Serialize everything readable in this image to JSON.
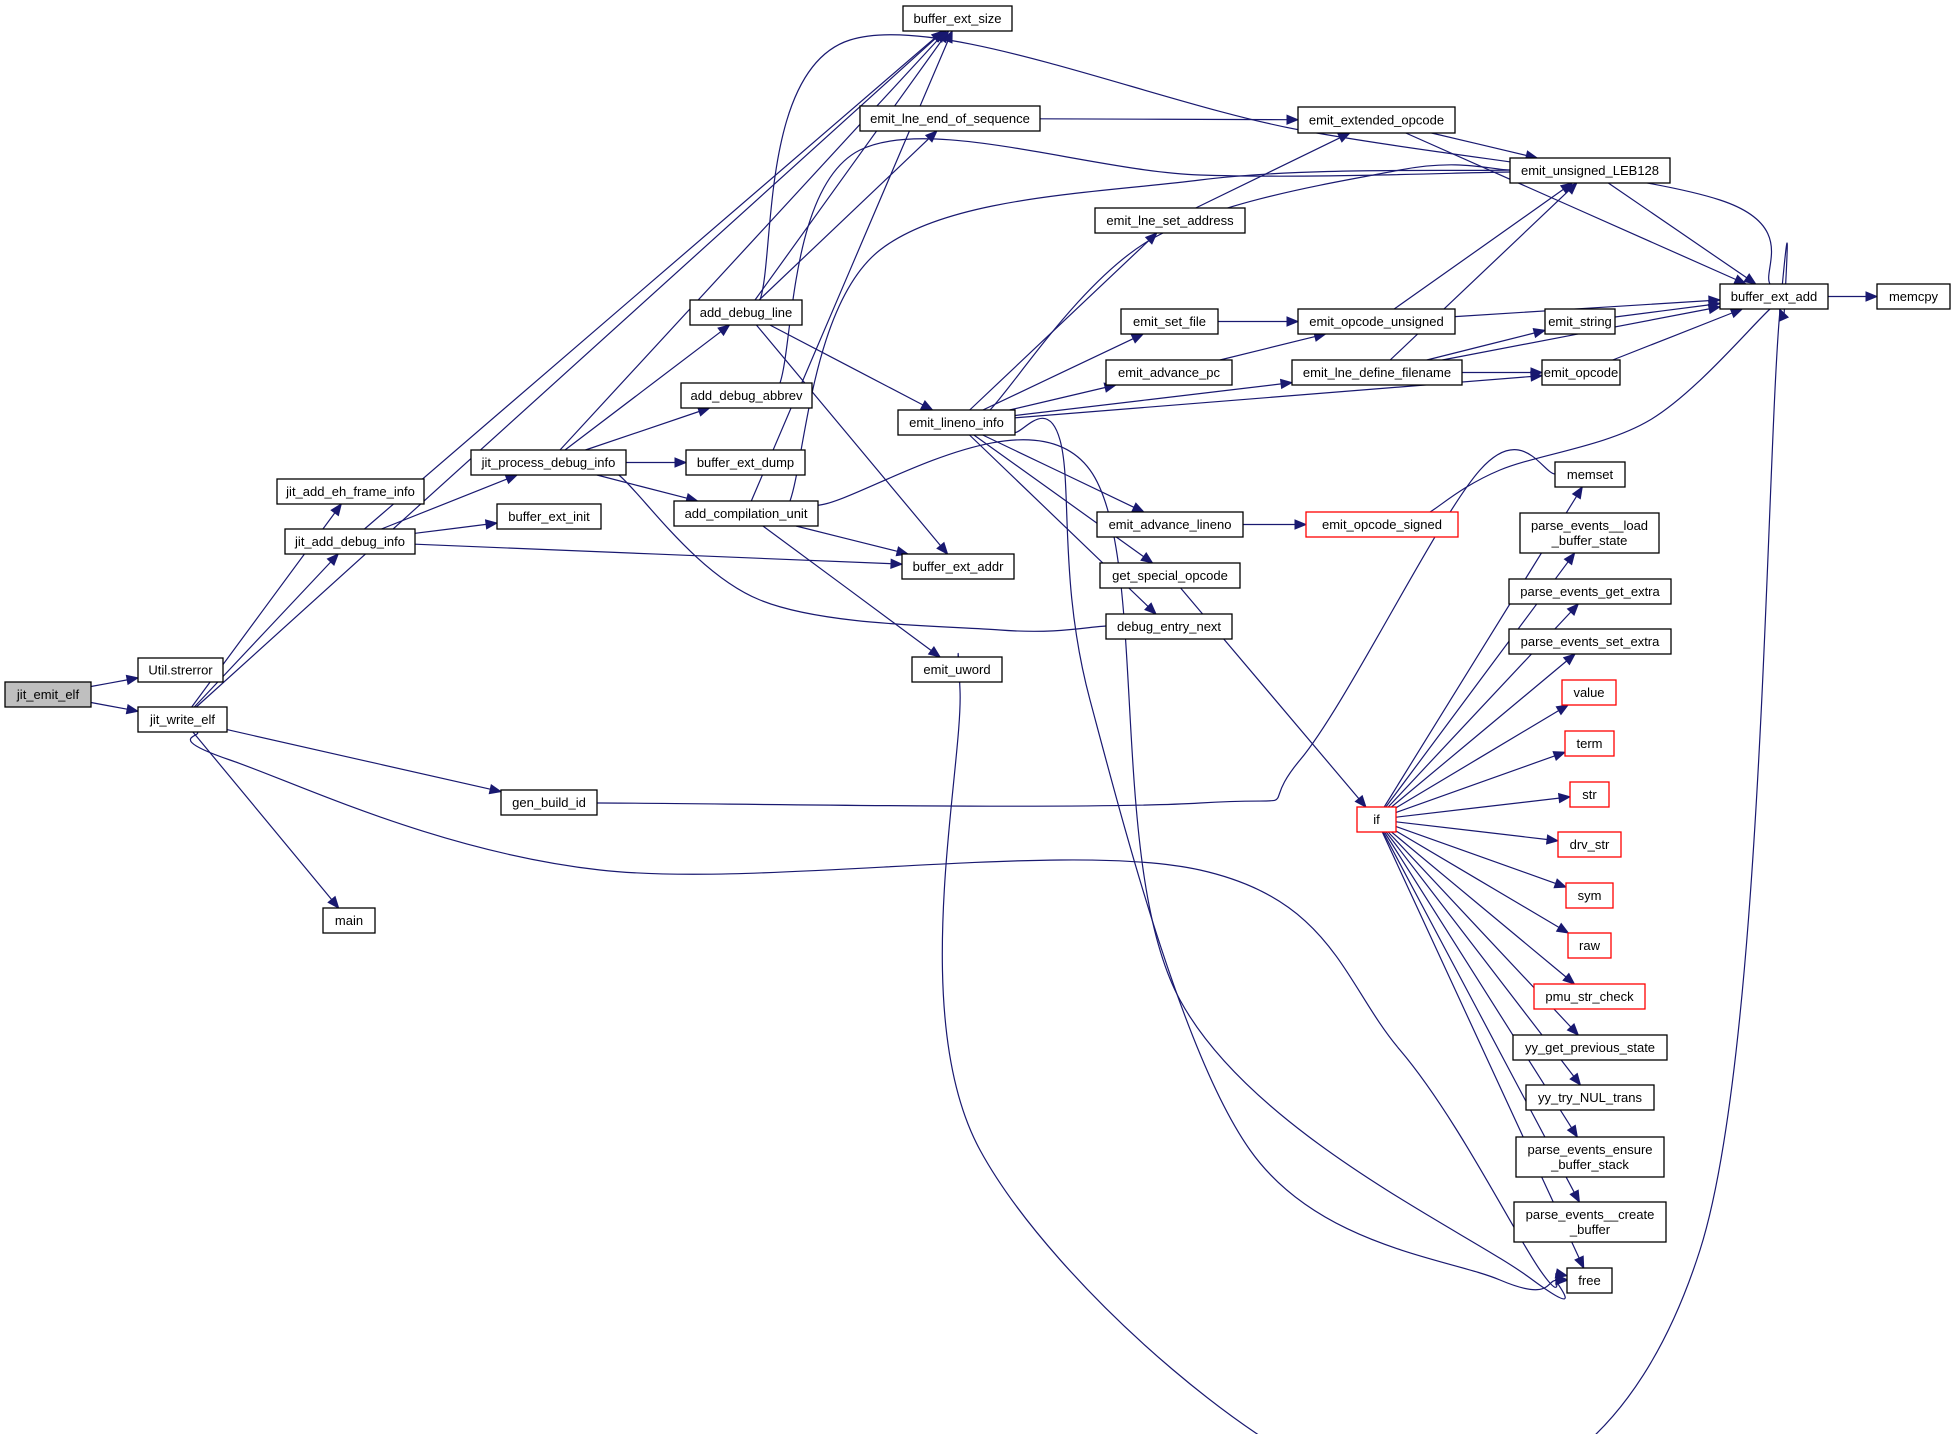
{
  "diagram": {
    "type": "call-graph",
    "colors": {
      "edge": "#191970",
      "node_border": "#000000",
      "node_border_truncated": "#ff0000",
      "root_fill": "#bfbfbf",
      "node_fill": "#ffffff"
    },
    "nodes": [
      {
        "id": "jit_emit_elf",
        "label": "jit_emit_elf",
        "style": "root"
      },
      {
        "id": "Util.strerror",
        "label": "Util.strerror",
        "style": "normal"
      },
      {
        "id": "jit_write_elf",
        "label": "jit_write_elf",
        "style": "normal"
      },
      {
        "id": "jit_add_eh_frame_info",
        "label": "jit_add_eh_frame_info",
        "style": "normal"
      },
      {
        "id": "jit_add_debug_info",
        "label": "jit_add_debug_info",
        "style": "normal"
      },
      {
        "id": "jit_process_debug_info",
        "label": "jit_process_debug_info",
        "style": "normal"
      },
      {
        "id": "buffer_ext_init",
        "label": "buffer_ext_init",
        "style": "normal"
      },
      {
        "id": "main",
        "label": "main",
        "style": "normal"
      },
      {
        "id": "gen_build_id",
        "label": "gen_build_id",
        "style": "normal"
      },
      {
        "id": "buffer_ext_size",
        "label": "buffer_ext_size",
        "style": "normal"
      },
      {
        "id": "add_debug_line",
        "label": "add_debug_line",
        "style": "normal"
      },
      {
        "id": "add_debug_abbrev",
        "label": "add_debug_abbrev",
        "style": "normal"
      },
      {
        "id": "buffer_ext_dump",
        "label": "buffer_ext_dump",
        "style": "normal"
      },
      {
        "id": "add_compilation_unit",
        "label": "add_compilation_unit",
        "style": "normal"
      },
      {
        "id": "buffer_ext_addr",
        "label": "buffer_ext_addr",
        "style": "normal"
      },
      {
        "id": "emit_uword",
        "label": "emit_uword",
        "style": "normal"
      },
      {
        "id": "emit_lne_end_of_sequence",
        "label": "emit_lne_end_of_sequence",
        "style": "normal"
      },
      {
        "id": "emit_lne_set_address",
        "label": "emit_lne_set_address",
        "style": "normal"
      },
      {
        "id": "emit_set_file",
        "label": "emit_set_file",
        "style": "normal"
      },
      {
        "id": "emit_advance_pc",
        "label": "emit_advance_pc",
        "style": "normal"
      },
      {
        "id": "emit_lineno_info",
        "label": "emit_lineno_info",
        "style": "normal"
      },
      {
        "id": "emit_advance_lineno",
        "label": "emit_advance_lineno",
        "style": "normal"
      },
      {
        "id": "get_special_opcode",
        "label": "get_special_opcode",
        "style": "normal"
      },
      {
        "id": "debug_entry_next",
        "label": "debug_entry_next",
        "style": "normal"
      },
      {
        "id": "emit_extended_opcode",
        "label": "emit_extended_opcode",
        "style": "normal"
      },
      {
        "id": "emit_unsigned_LEB128",
        "label": "emit_unsigned_LEB128",
        "style": "normal"
      },
      {
        "id": "emit_opcode_unsigned",
        "label": "emit_opcode_unsigned",
        "style": "normal"
      },
      {
        "id": "emit_lne_define_filename",
        "label": "emit_lne_define_filename",
        "style": "normal"
      },
      {
        "id": "emit_opcode_signed",
        "label": "emit_opcode_signed",
        "style": "truncated"
      },
      {
        "id": "emit_string",
        "label": "emit_string",
        "style": "normal"
      },
      {
        "id": "emit_opcode",
        "label": "emit_opcode",
        "style": "normal"
      },
      {
        "id": "buffer_ext_add",
        "label": "buffer_ext_add",
        "style": "normal"
      },
      {
        "id": "memcpy",
        "label": "memcpy",
        "style": "normal"
      },
      {
        "id": "if",
        "label": "if",
        "style": "truncated"
      },
      {
        "id": "memset",
        "label": "memset",
        "style": "normal"
      },
      {
        "id": "parse_events__load_buffer_state",
        "label": "parse_events__load\n_buffer_state",
        "style": "normal"
      },
      {
        "id": "parse_events_get_extra",
        "label": "parse_events_get_extra",
        "style": "normal"
      },
      {
        "id": "parse_events_set_extra",
        "label": "parse_events_set_extra",
        "style": "normal"
      },
      {
        "id": "value",
        "label": "value",
        "style": "truncated"
      },
      {
        "id": "term",
        "label": "term",
        "style": "truncated"
      },
      {
        "id": "str",
        "label": "str",
        "style": "truncated"
      },
      {
        "id": "drv_str",
        "label": "drv_str",
        "style": "truncated"
      },
      {
        "id": "sym",
        "label": "sym",
        "style": "truncated"
      },
      {
        "id": "raw",
        "label": "raw",
        "style": "truncated"
      },
      {
        "id": "pmu_str_check",
        "label": "pmu_str_check",
        "style": "truncated"
      },
      {
        "id": "yy_get_previous_state",
        "label": "yy_get_previous_state",
        "style": "normal"
      },
      {
        "id": "yy_try_NUL_trans",
        "label": "yy_try_NUL_trans",
        "style": "normal"
      },
      {
        "id": "parse_events_ensure_buffer_stack",
        "label": "parse_events_ensure\n_buffer_stack",
        "style": "normal"
      },
      {
        "id": "parse_events__create_buffer",
        "label": "parse_events__create\n_buffer",
        "style": "normal"
      },
      {
        "id": "free",
        "label": "free",
        "style": "normal"
      }
    ],
    "edges": [
      [
        "jit_emit_elf",
        "Util.strerror"
      ],
      [
        "jit_emit_elf",
        "jit_write_elf"
      ],
      [
        "jit_write_elf",
        "jit_add_eh_frame_info"
      ],
      [
        "jit_write_elf",
        "jit_add_debug_info"
      ],
      [
        "jit_write_elf",
        "gen_build_id"
      ],
      [
        "jit_write_elf",
        "main"
      ],
      [
        "jit_write_elf",
        "free"
      ],
      [
        "jit_write_elf",
        "buffer_ext_size"
      ],
      [
        "jit_add_debug_info",
        "jit_process_debug_info"
      ],
      [
        "jit_add_debug_info",
        "buffer_ext_init"
      ],
      [
        "jit_add_debug_info",
        "buffer_ext_size"
      ],
      [
        "jit_add_debug_info",
        "buffer_ext_addr"
      ],
      [
        "jit_process_debug_info",
        "buffer_ext_size"
      ],
      [
        "jit_process_debug_info",
        "add_debug_line"
      ],
      [
        "jit_process_debug_info",
        "add_debug_abbrev"
      ],
      [
        "jit_process_debug_info",
        "buffer_ext_dump"
      ],
      [
        "jit_process_debug_info",
        "add_compilation_unit"
      ],
      [
        "jit_process_debug_info",
        "debug_entry_next"
      ],
      [
        "add_debug_line",
        "buffer_ext_size"
      ],
      [
        "add_debug_line",
        "emit_lne_end_of_sequence"
      ],
      [
        "add_debug_line",
        "emit_lineno_info"
      ],
      [
        "add_debug_line",
        "buffer_ext_addr"
      ],
      [
        "add_debug_line",
        "buffer_ext_add"
      ],
      [
        "add_debug_abbrev",
        "emit_unsigned_LEB128"
      ],
      [
        "add_compilation_unit",
        "buffer_ext_size"
      ],
      [
        "add_compilation_unit",
        "buffer_ext_addr"
      ],
      [
        "add_compilation_unit",
        "emit_uword"
      ],
      [
        "add_compilation_unit",
        "emit_unsigned_LEB128"
      ],
      [
        "add_compilation_unit",
        "free"
      ],
      [
        "emit_uword",
        "buffer_ext_add"
      ],
      [
        "gen_build_id",
        "memset"
      ],
      [
        "emit_lne_end_of_sequence",
        "emit_extended_opcode"
      ],
      [
        "emit_lne_set_address",
        "emit_extended_opcode"
      ],
      [
        "emit_extended_opcode",
        "emit_unsigned_LEB128"
      ],
      [
        "emit_extended_opcode",
        "buffer_ext_add"
      ],
      [
        "emit_unsigned_LEB128",
        "buffer_ext_add"
      ],
      [
        "emit_lineno_info",
        "emit_lne_set_address"
      ],
      [
        "emit_lineno_info",
        "emit_unsigned_LEB128"
      ],
      [
        "emit_lineno_info",
        "emit_set_file"
      ],
      [
        "emit_lineno_info",
        "emit_advance_pc"
      ],
      [
        "emit_lineno_info",
        "emit_lne_define_filename"
      ],
      [
        "emit_lineno_info",
        "emit_opcode"
      ],
      [
        "emit_lineno_info",
        "emit_advance_lineno"
      ],
      [
        "emit_lineno_info",
        "get_special_opcode"
      ],
      [
        "emit_lineno_info",
        "debug_entry_next"
      ],
      [
        "emit_lineno_info",
        "free"
      ],
      [
        "emit_set_file",
        "emit_opcode_unsigned"
      ],
      [
        "emit_advance_pc",
        "emit_opcode_unsigned"
      ],
      [
        "emit_opcode_unsigned",
        "emit_unsigned_LEB128"
      ],
      [
        "emit_opcode_unsigned",
        "buffer_ext_add"
      ],
      [
        "emit_lne_define_filename",
        "emit_unsigned_LEB128"
      ],
      [
        "emit_lne_define_filename",
        "buffer_ext_add"
      ],
      [
        "emit_lne_define_filename",
        "emit_string"
      ],
      [
        "emit_lne_define_filename",
        "emit_opcode"
      ],
      [
        "emit_string",
        "buffer_ext_add"
      ],
      [
        "emit_opcode",
        "buffer_ext_add"
      ],
      [
        "emit_advance_lineno",
        "emit_opcode_signed"
      ],
      [
        "emit_opcode_signed",
        "buffer_ext_add"
      ],
      [
        "get_special_opcode",
        "if"
      ],
      [
        "buffer_ext_add",
        "memcpy"
      ],
      [
        "if",
        "memset"
      ],
      [
        "if",
        "parse_events__load_buffer_state"
      ],
      [
        "if",
        "parse_events_get_extra"
      ],
      [
        "if",
        "parse_events_set_extra"
      ],
      [
        "if",
        "value"
      ],
      [
        "if",
        "term"
      ],
      [
        "if",
        "str"
      ],
      [
        "if",
        "drv_str"
      ],
      [
        "if",
        "sym"
      ],
      [
        "if",
        "raw"
      ],
      [
        "if",
        "pmu_str_check"
      ],
      [
        "if",
        "yy_get_previous_state"
      ],
      [
        "if",
        "yy_try_NUL_trans"
      ],
      [
        "if",
        "parse_events_ensure_buffer_stack"
      ],
      [
        "if",
        "parse_events__create_buffer"
      ],
      [
        "if",
        "free"
      ]
    ]
  }
}
